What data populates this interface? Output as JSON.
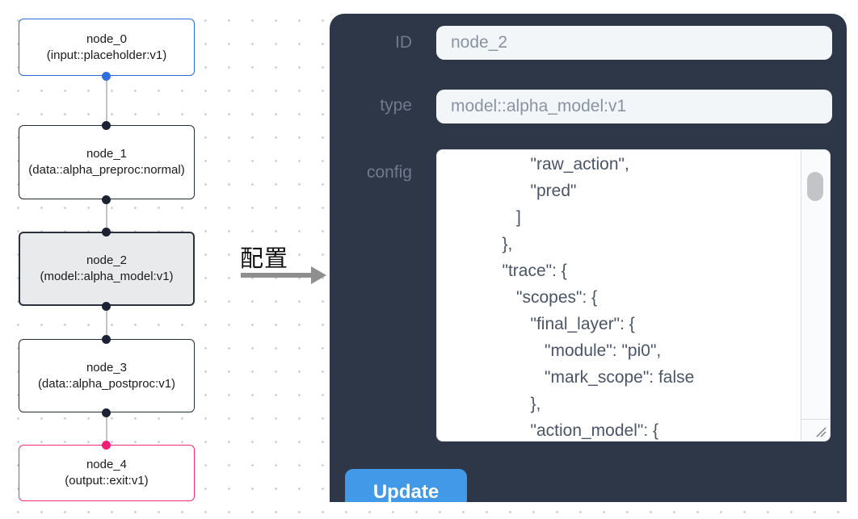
{
  "flow": {
    "nodes": [
      {
        "name": "node_0",
        "type_label": "(input::placeholder:v1)",
        "variant": "input"
      },
      {
        "name": "node_1",
        "type_label": "(data::alpha_preproc:normal)",
        "variant": "default"
      },
      {
        "name": "node_2",
        "type_label": "(model::alpha_model:v1)",
        "variant": "selected"
      },
      {
        "name": "node_3",
        "type_label": "(data::alpha_postproc:v1)",
        "variant": "default"
      },
      {
        "name": "node_4",
        "type_label": "(output::exit:v1)",
        "variant": "output"
      }
    ],
    "colors": {
      "input_node_border": "#2b6bd9",
      "default_node_border": "#242b38",
      "selected_node_bg": "#e9eaeb",
      "output_node_border": "#ed2d78",
      "edge": "#c0c3c8",
      "dot_blue": "#2f6fe0",
      "dot_dark": "#1a2233",
      "dot_pink": "#f11d77"
    }
  },
  "transition": {
    "label": "配置"
  },
  "panel": {
    "bg_color": "#2d3748",
    "accent_color": "#4299e8",
    "fields": [
      {
        "label": "ID",
        "value": "node_2"
      },
      {
        "label": "type",
        "value": "model::alpha_model:v1"
      }
    ],
    "config": {
      "label": "config",
      "text": "         \"raw_action\",\n         \"pred\"\n      ]\n   },\n   \"trace\": {\n      \"scopes\": {\n         \"final_layer\": {\n            \"module\": \"pi0\",\n            \"mark_scope\": false\n         },\n         \"action_model\": {"
    },
    "update_label": "Update"
  }
}
